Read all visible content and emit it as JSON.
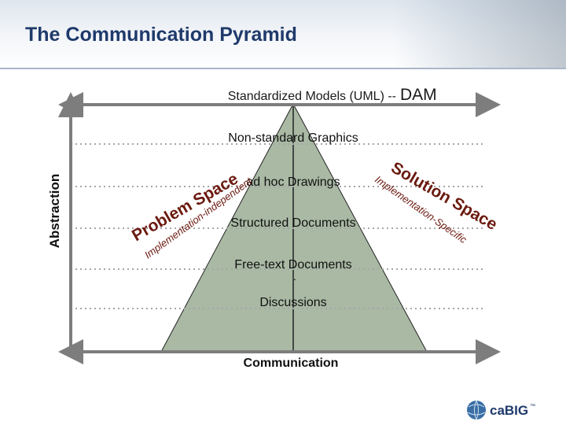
{
  "title": "The Communication Pyramid",
  "diagram": {
    "top_label": "Standardized Models (UML) --",
    "top_label_emphasis": "DAM",
    "levels": [
      "Non-standard Graphics",
      "ad hoc Drawings",
      "Structured Documents",
      "Free-text Documents",
      "Discussions"
    ],
    "dot_marker": ".",
    "base_label": "Communication",
    "axis_label": "Abstraction",
    "left_space": {
      "title": "Problem Space",
      "subtitle": "Implementation-independent"
    },
    "right_space": {
      "title": "Solution Space",
      "subtitle": "Implementation-Specific"
    }
  },
  "logo": {
    "text": "caBIG",
    "tm": "™"
  },
  "colors": {
    "title": "#1f3a6b",
    "pyramid": "#a9b9a4",
    "space_text": "#6b1a10",
    "arrow": "#7d7d7d",
    "dots": "#a6a6a6",
    "dam": "#1a1a1a"
  }
}
